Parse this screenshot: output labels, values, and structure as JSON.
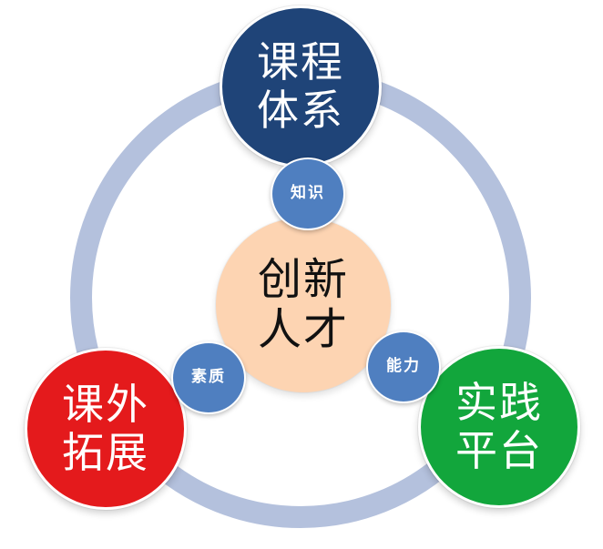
{
  "colors": {
    "ring": "#b4c1dd",
    "top_node": "#1f4478",
    "left_node": "#e41a1c",
    "right_node": "#12a63c",
    "center_node": "#fdd4b2",
    "connector_node": "#4f7fc0"
  },
  "diagram": {
    "center": {
      "label": "创新\n人才"
    },
    "nodes": {
      "top": {
        "label": "课程\n体系"
      },
      "left": {
        "label": "课外\n拓展"
      },
      "right": {
        "label": "实践\n平台"
      }
    },
    "connectors": {
      "top": {
        "label": "知识"
      },
      "left": {
        "label": "素质"
      },
      "right": {
        "label": "能力"
      }
    }
  }
}
